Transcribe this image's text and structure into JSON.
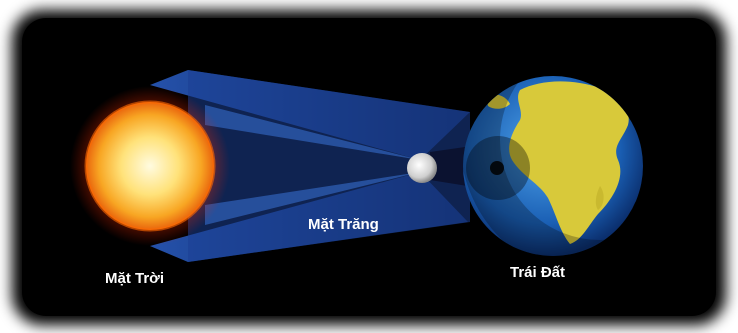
{
  "labels": {
    "sun": "Mặt Trời",
    "moon": "Mặt Trăng",
    "earth": "Trái Đất"
  },
  "colors": {
    "space": "#000000",
    "sun_core": "#fff4c2",
    "sun_edge": "#f07a10",
    "earth_ocean": "#1f6fc4",
    "land": "#d8c93a",
    "beam": "#1a3a8a",
    "moon": "#d9d9d9"
  }
}
